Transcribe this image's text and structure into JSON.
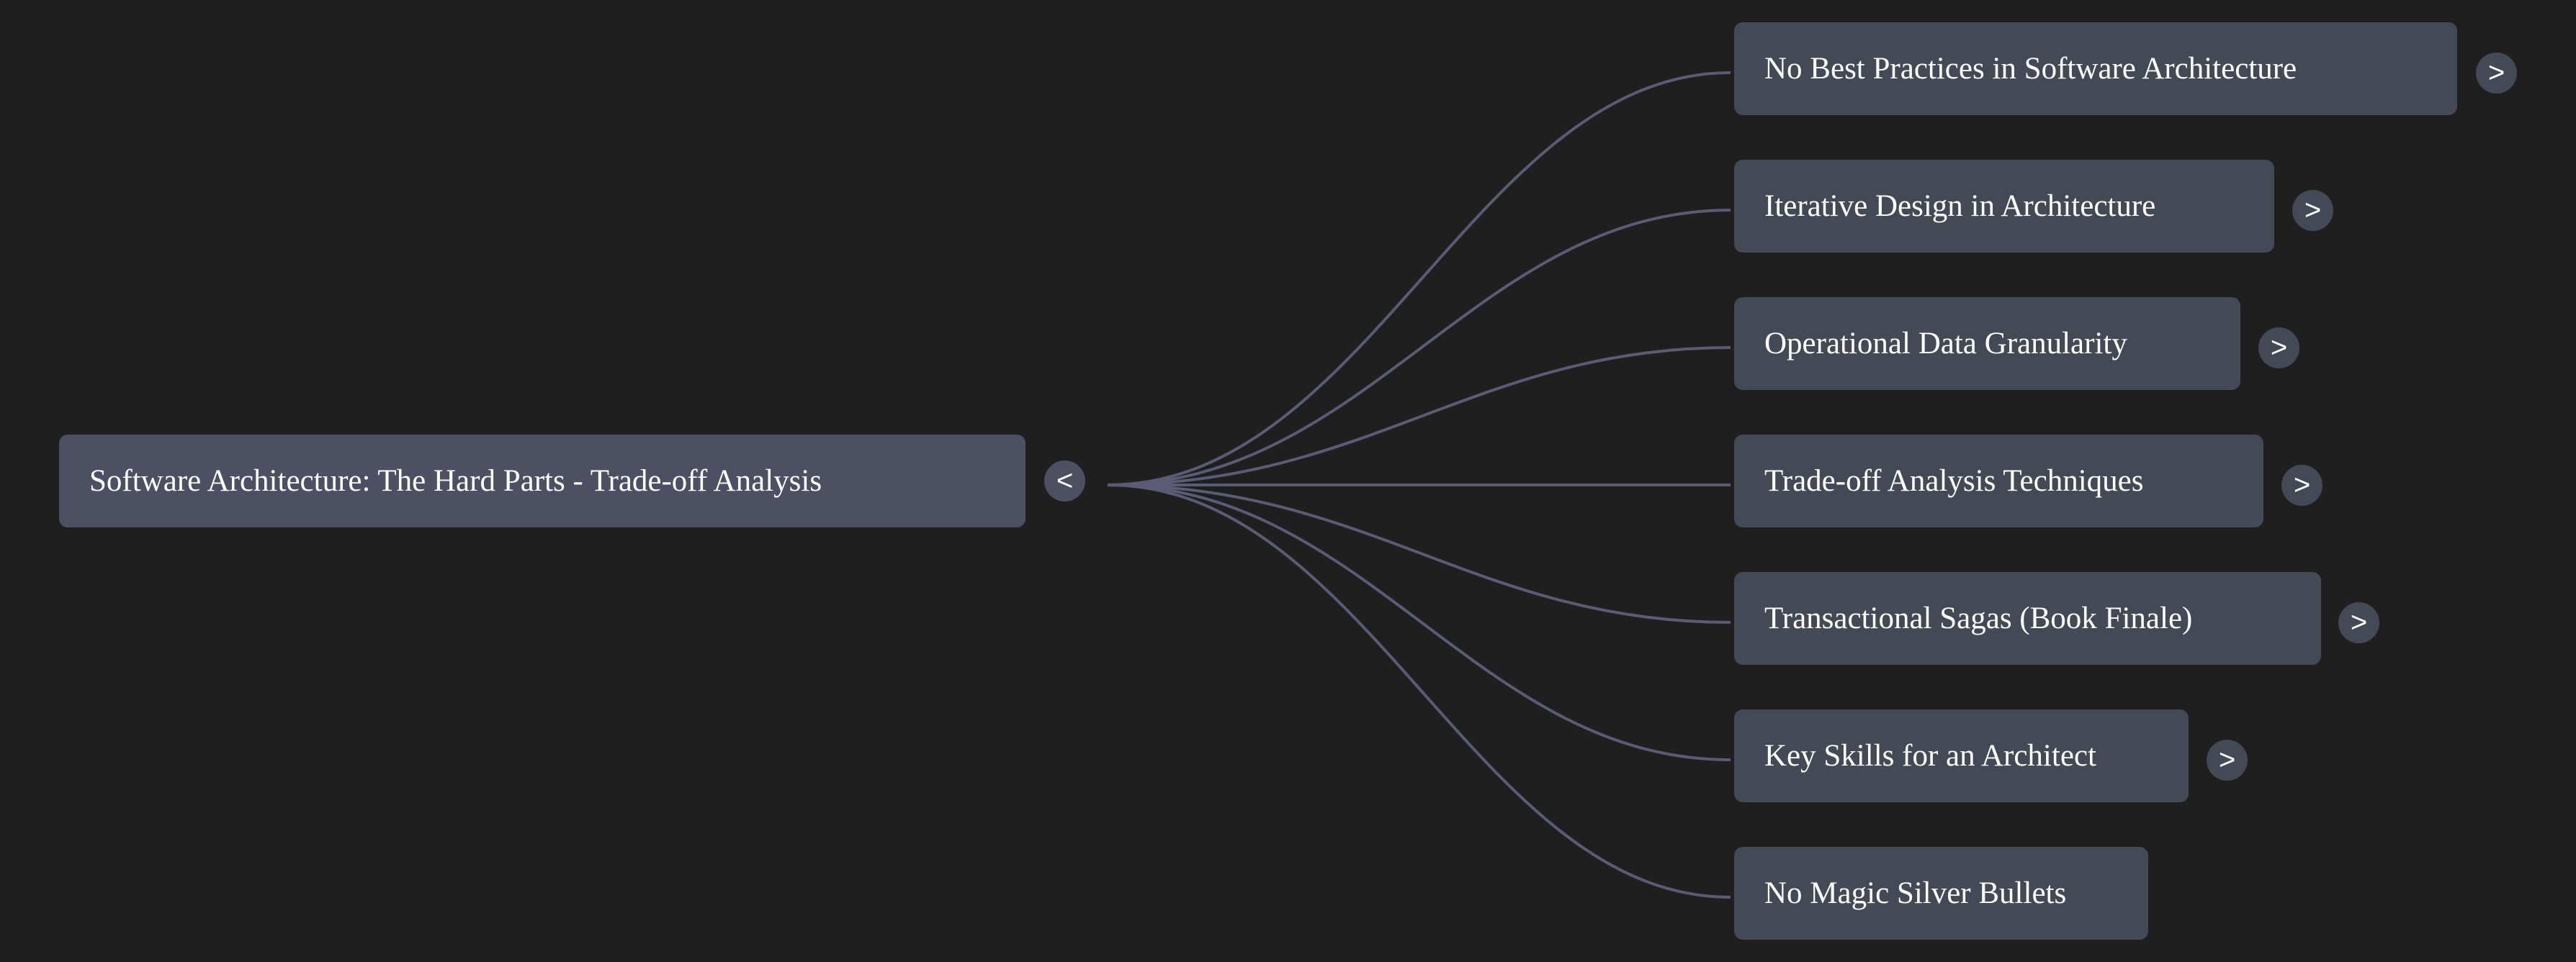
{
  "colors": {
    "background": "#1f1f20",
    "root_node": "#4d4f63",
    "child_node": "#434a55",
    "link": "#5c5a74",
    "text": "#ffffff"
  },
  "root": {
    "label": "Software Architecture: The Hard Parts - Trade-off Analysis",
    "toggle": "<"
  },
  "children": [
    {
      "label": "No Best Practices in Software Architecture",
      "toggle": ">"
    },
    {
      "label": "Iterative Design in Architecture",
      "toggle": ">"
    },
    {
      "label": "Operational Data Granularity",
      "toggle": ">"
    },
    {
      "label": "Trade-off Analysis Techniques",
      "toggle": ">"
    },
    {
      "label": "Transactional Sagas (Book Finale)",
      "toggle": ">"
    },
    {
      "label": "Key Skills for an Architect",
      "toggle": ">"
    },
    {
      "label": "No Magic Silver Bullets"
    }
  ]
}
